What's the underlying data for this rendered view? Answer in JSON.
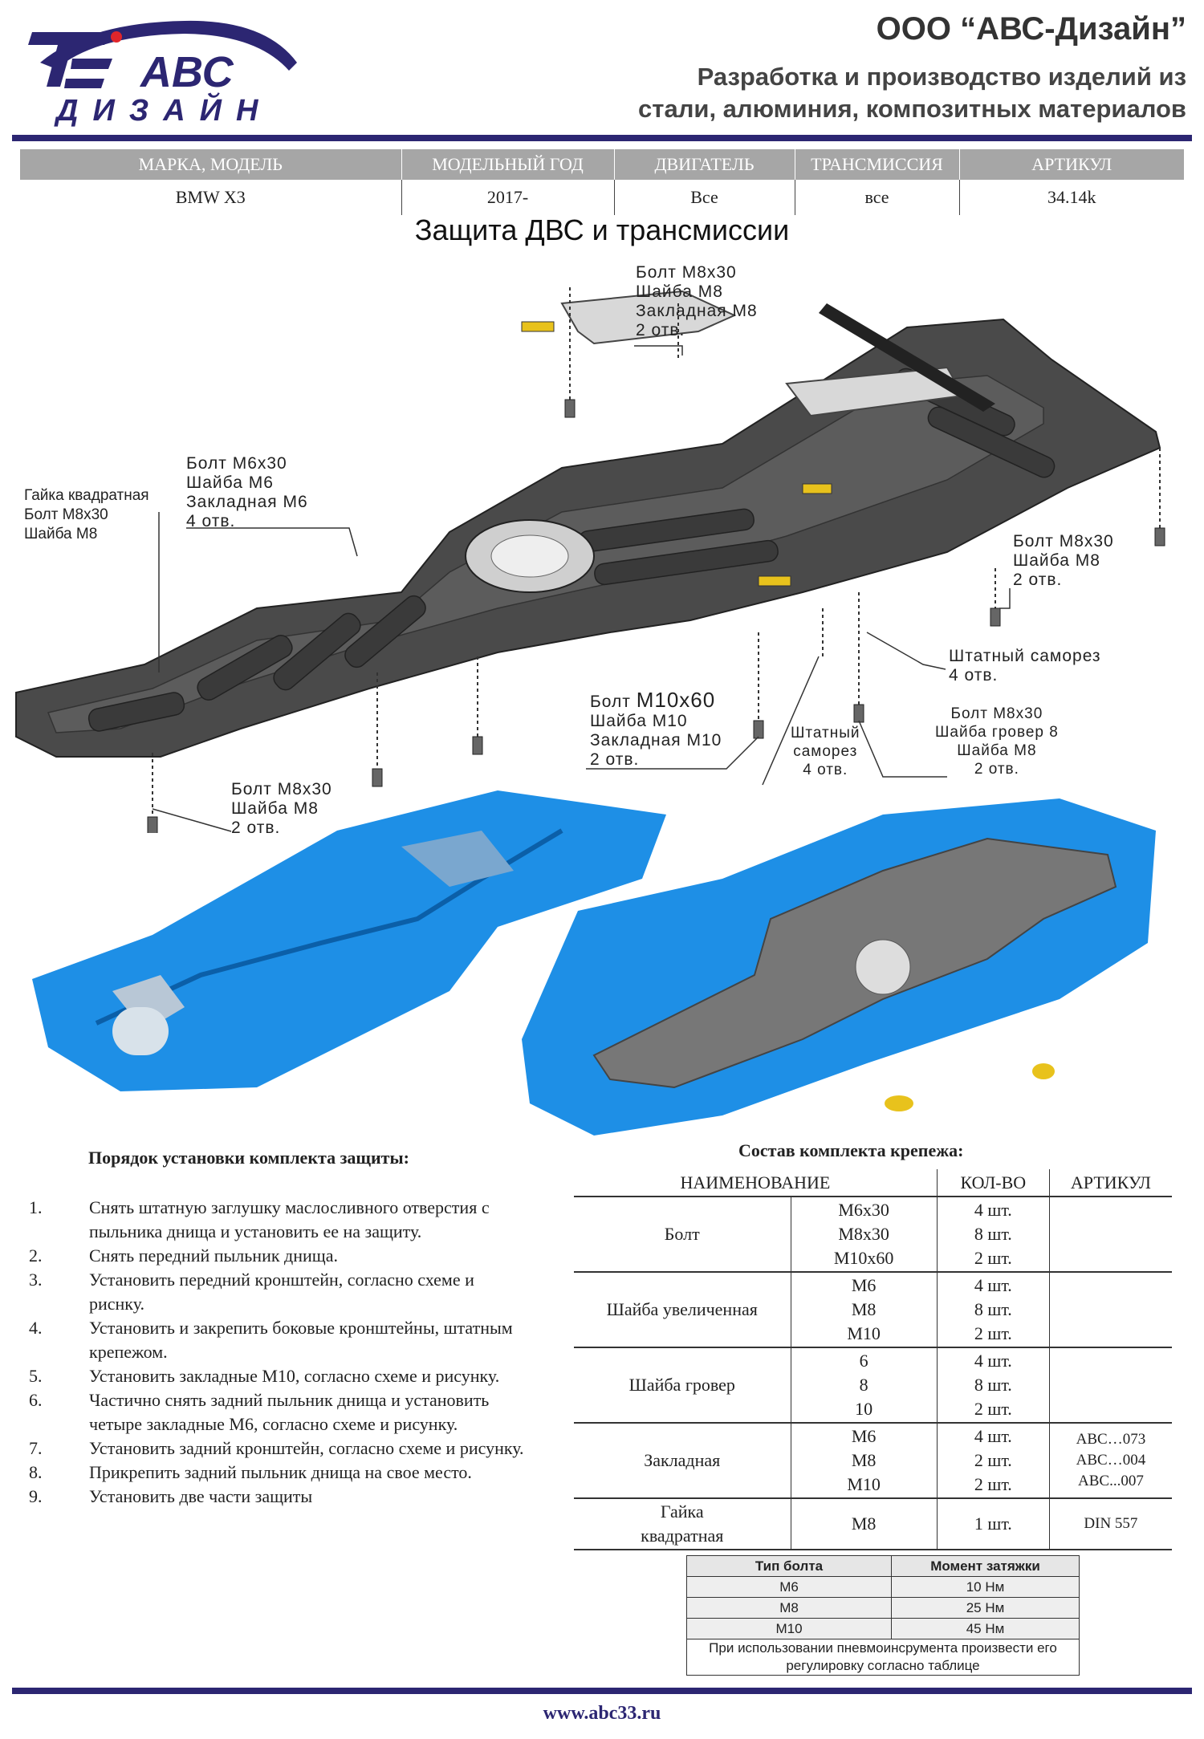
{
  "header": {
    "logo_text_top": "АВС",
    "logo_text_bottom": "ДИЗАЙН",
    "company": "ООО “АВС-Дизайн”",
    "tagline_1": "Разработка и производство изделий из",
    "tagline_2": "стали, алюминия, композитных материалов",
    "brand_color": "#2c2672"
  },
  "spec_table": {
    "headers": [
      "МАРКА, МОДЕЛЬ",
      "МОДЕЛЬНЫЙ ГОД",
      "ДВИГАТЕЛЬ",
      "ТРАНСМИССИЯ",
      "АРТИКУЛ"
    ],
    "values": [
      "BMW X3",
      "2017-",
      "Все",
      "все",
      "34.14k"
    ]
  },
  "title": "Защита ДВС и трансмиссии",
  "callouts": {
    "c1": [
      "Болт М8х30",
      "Шайба М8",
      "Закладная М8",
      "2 отв."
    ],
    "c2": [
      "Болт М6х30",
      "Шайба М6",
      "Закладная М6",
      "4 отв."
    ],
    "c3": [
      "Гайка квадратная",
      "Болт М8х30",
      "Шайба М8"
    ],
    "c4": [
      "Болт М8х30",
      "Шайба М8",
      "2 отв."
    ],
    "c5": [
      "Штатный саморез",
      "4 отв."
    ],
    "c6_prefix": "Болт ",
    "c6_big": "М10х60",
    "c6": [
      "Шайба М10",
      "Закладная М10",
      "2 отв."
    ],
    "c7": [
      "Штатный",
      "саморез",
      "4 отв."
    ],
    "c8": [
      "Болт М8х30",
      "Шайба гровер 8",
      "Шайба М8",
      "2 отв."
    ],
    "c9": [
      "Болт М8х30",
      "Шайба М8",
      "2 отв."
    ]
  },
  "steps": {
    "title": "Порядок установки комплекта защиты:",
    "items": [
      {
        "n": "1.",
        "text": "Снять штатную заглушку маслосливного отверстия с пыльника днища и установить ее на защиту."
      },
      {
        "n": "2.",
        "text": "Снять передний пыльник днища."
      },
      {
        "n": "3.",
        "text": "Установить передний кронштейн, согласно схеме и риснку."
      },
      {
        "n": "4.",
        "text": "Установить  и закрепить боковые кронштейны, штатным крепежом."
      },
      {
        "n": "5.",
        "text": "Установить закладные М10, согласно схеме и рисунку."
      },
      {
        "n": "6.",
        "text": "Частично снять задний пыльник днища и установить четыре закладные М6, согласно схеме и рисунку."
      },
      {
        "n": "7.",
        "text": "Установить задний кронштейн, согласно схеме и рисунку."
      },
      {
        "n": "8.",
        "text": "Прикрепить задний пыльник днища на свое место."
      },
      {
        "n": "9.",
        "text": "Установить две части защиты"
      }
    ]
  },
  "hardware": {
    "title": "Состав комплекта крепежа:",
    "headers": [
      "НАИМЕНОВАНИЕ",
      "КОЛ-ВО",
      "АРТИКУЛ"
    ],
    "groups": [
      {
        "name": "Болт",
        "sizes": "М6х30\nМ8х30\nМ10х60",
        "qty": "4 шт.\n8 шт.\n2 шт.",
        "art": ""
      },
      {
        "name": "Шайба увеличенная",
        "sizes": "М6\nМ8\nМ10",
        "qty": "4 шт.\n8 шт.\n2 шт.",
        "art": ""
      },
      {
        "name": "Шайба гровер",
        "sizes": "6\n8\n10",
        "qty": "4 шт.\n8 шт.\n2 шт.",
        "art": ""
      },
      {
        "name": "Закладная",
        "sizes": "М6\nМ8\nМ10",
        "qty": "4 шт.\n2 шт.\n2 шт.",
        "art": "АВС…073\nАВС…004\nАВС...007"
      },
      {
        "name": "Гайка\nквадратная",
        "sizes": "М8",
        "qty": "1 шт.",
        "art": "DIN 557"
      }
    ]
  },
  "torque": {
    "headers": [
      "Тип болта",
      "Момент затяжки"
    ],
    "rows": [
      [
        "М6",
        "10 Нм"
      ],
      [
        "М8",
        "25 Нм"
      ],
      [
        "М10",
        "45 Нм"
      ]
    ],
    "note": "При использовании пневмоинсрумента произвести его регулировку согласно таблице"
  },
  "footer": "www.abc33.ru"
}
